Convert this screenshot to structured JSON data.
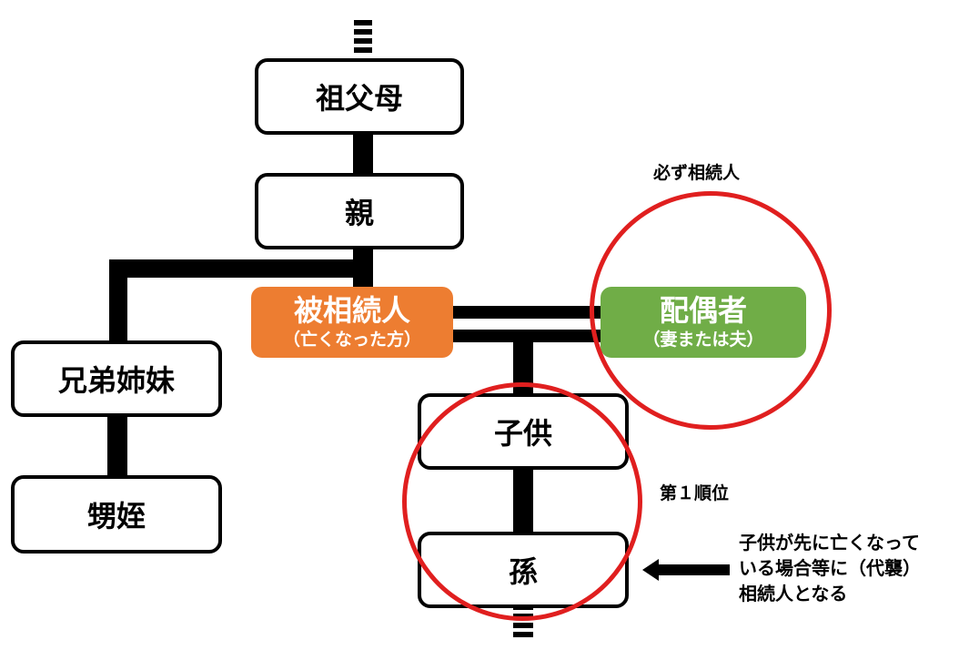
{
  "nodes": {
    "grandparents": "祖父母",
    "parents": "親",
    "deceased": {
      "main": "被相続人",
      "sub": "（亡くなった方）"
    },
    "spouse": {
      "main": "配偶者",
      "sub": "（妻または夫）"
    },
    "siblings": "兄弟姉妹",
    "nephews_nieces": "甥姪",
    "children": "子供",
    "grandchildren": "孫"
  },
  "labels": {
    "always_heir": "必ず相続人",
    "first_rank": "第１順位"
  },
  "note": {
    "lines": [
      "子供が先に亡くなって",
      "いる場合等に（代襲）",
      "相続人となる"
    ]
  },
  "colors": {
    "deceased": "#ed7d31",
    "spouse": "#70ad47",
    "circle": "#e01f1f",
    "line": "#000000"
  }
}
